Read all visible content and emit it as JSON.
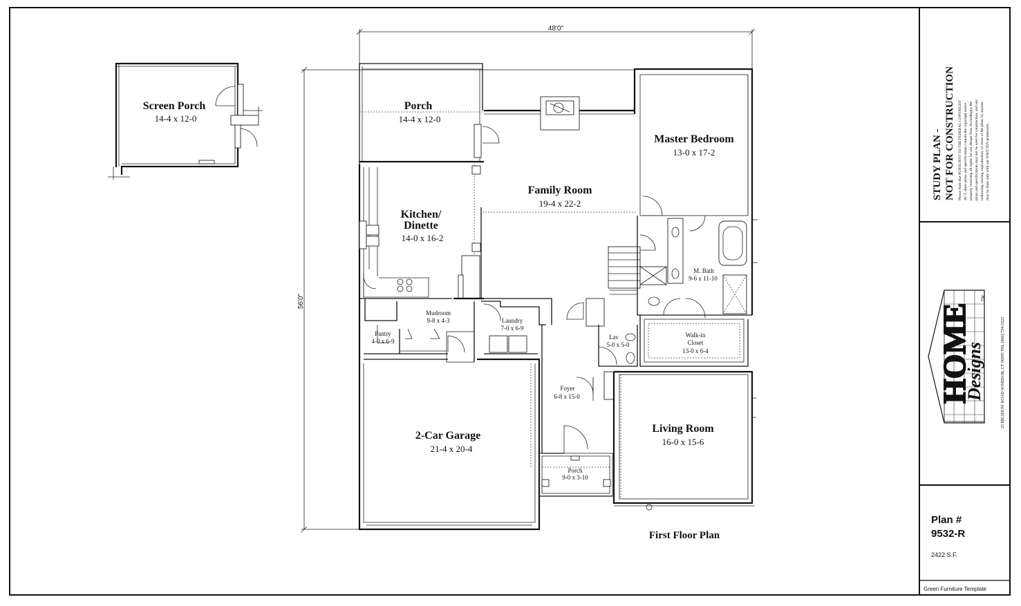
{
  "plan": {
    "title": "First Floor Plan",
    "dimensions": {
      "width": "48'0\"",
      "depth": "56'0\""
    }
  },
  "rooms": {
    "screen_porch": {
      "name": "Screen Porch",
      "size": "14-4 x 12-0"
    },
    "porch_rear": {
      "name": "Porch",
      "size": "14-4 x 12-0"
    },
    "family_room": {
      "name": "Family Room",
      "size": "19-4 x 22-2"
    },
    "master_bedroom": {
      "name": "Master Bedroom",
      "size": "13-0 x 17-2"
    },
    "kitchen": {
      "name_line1": "Kitchen/",
      "name_line2": "Dinette",
      "size": "14-0 x 16-2"
    },
    "master_bath": {
      "name": "M. Bath",
      "size": "9-6 x 11-10"
    },
    "mudroom": {
      "name": "Mudroom",
      "size": "9-8 x 4-3"
    },
    "laundry": {
      "name": "Laundry",
      "size": "7-0 x 6-9"
    },
    "pantry": {
      "name": "Pantry",
      "size": "4-0 x 6-9"
    },
    "lav": {
      "name": "Lav",
      "size": "5-0 x 5-0"
    },
    "walkin_closet": {
      "name_line1": "Walk-in",
      "name_line2": "Closet",
      "size": "13-0 x 6-4"
    },
    "foyer": {
      "name": "Foyer",
      "size": "6-8 x 15-0"
    },
    "garage": {
      "name": "2-Car Garage",
      "size": "21-4 x 20-4"
    },
    "living_room": {
      "name": "Living Room",
      "size": "16-0 x 15-6"
    },
    "porch_front": {
      "name": "Porch",
      "size": "9-0 x 3-10"
    }
  },
  "title_block": {
    "study_line1": "STUDY PLAN -",
    "study_line2": "NOT FOR CONSTRUCTION",
    "notice_lines": [
      "Please Note that PURSUANT TO THE FEDERAL COPYRIGHT",
      "ACT, these plans and specifications contain the copyright notice",
      "properly reserving all rights for our design firm. Accordingly, the",
      "plans and specifications may not be used for construction, and any",
      "redrawing, tracing, reproduction, or reuse of the plans by anyone",
      "may be done only with our WRITTEN permission."
    ],
    "logo_text": "HOME",
    "logo_script": "Designs",
    "logo_tm": "TM",
    "address_line": "25 MEADOW ROAD   WINDSOR, CT 06095   TEL (860) 724-3322",
    "plan_label": "Plan #",
    "plan_number": "9532-R",
    "square_feet": "2422 S.F.",
    "template_name": "Green Furniture Template"
  },
  "colors": {
    "ink": "#111111",
    "background": "#ffffff"
  }
}
